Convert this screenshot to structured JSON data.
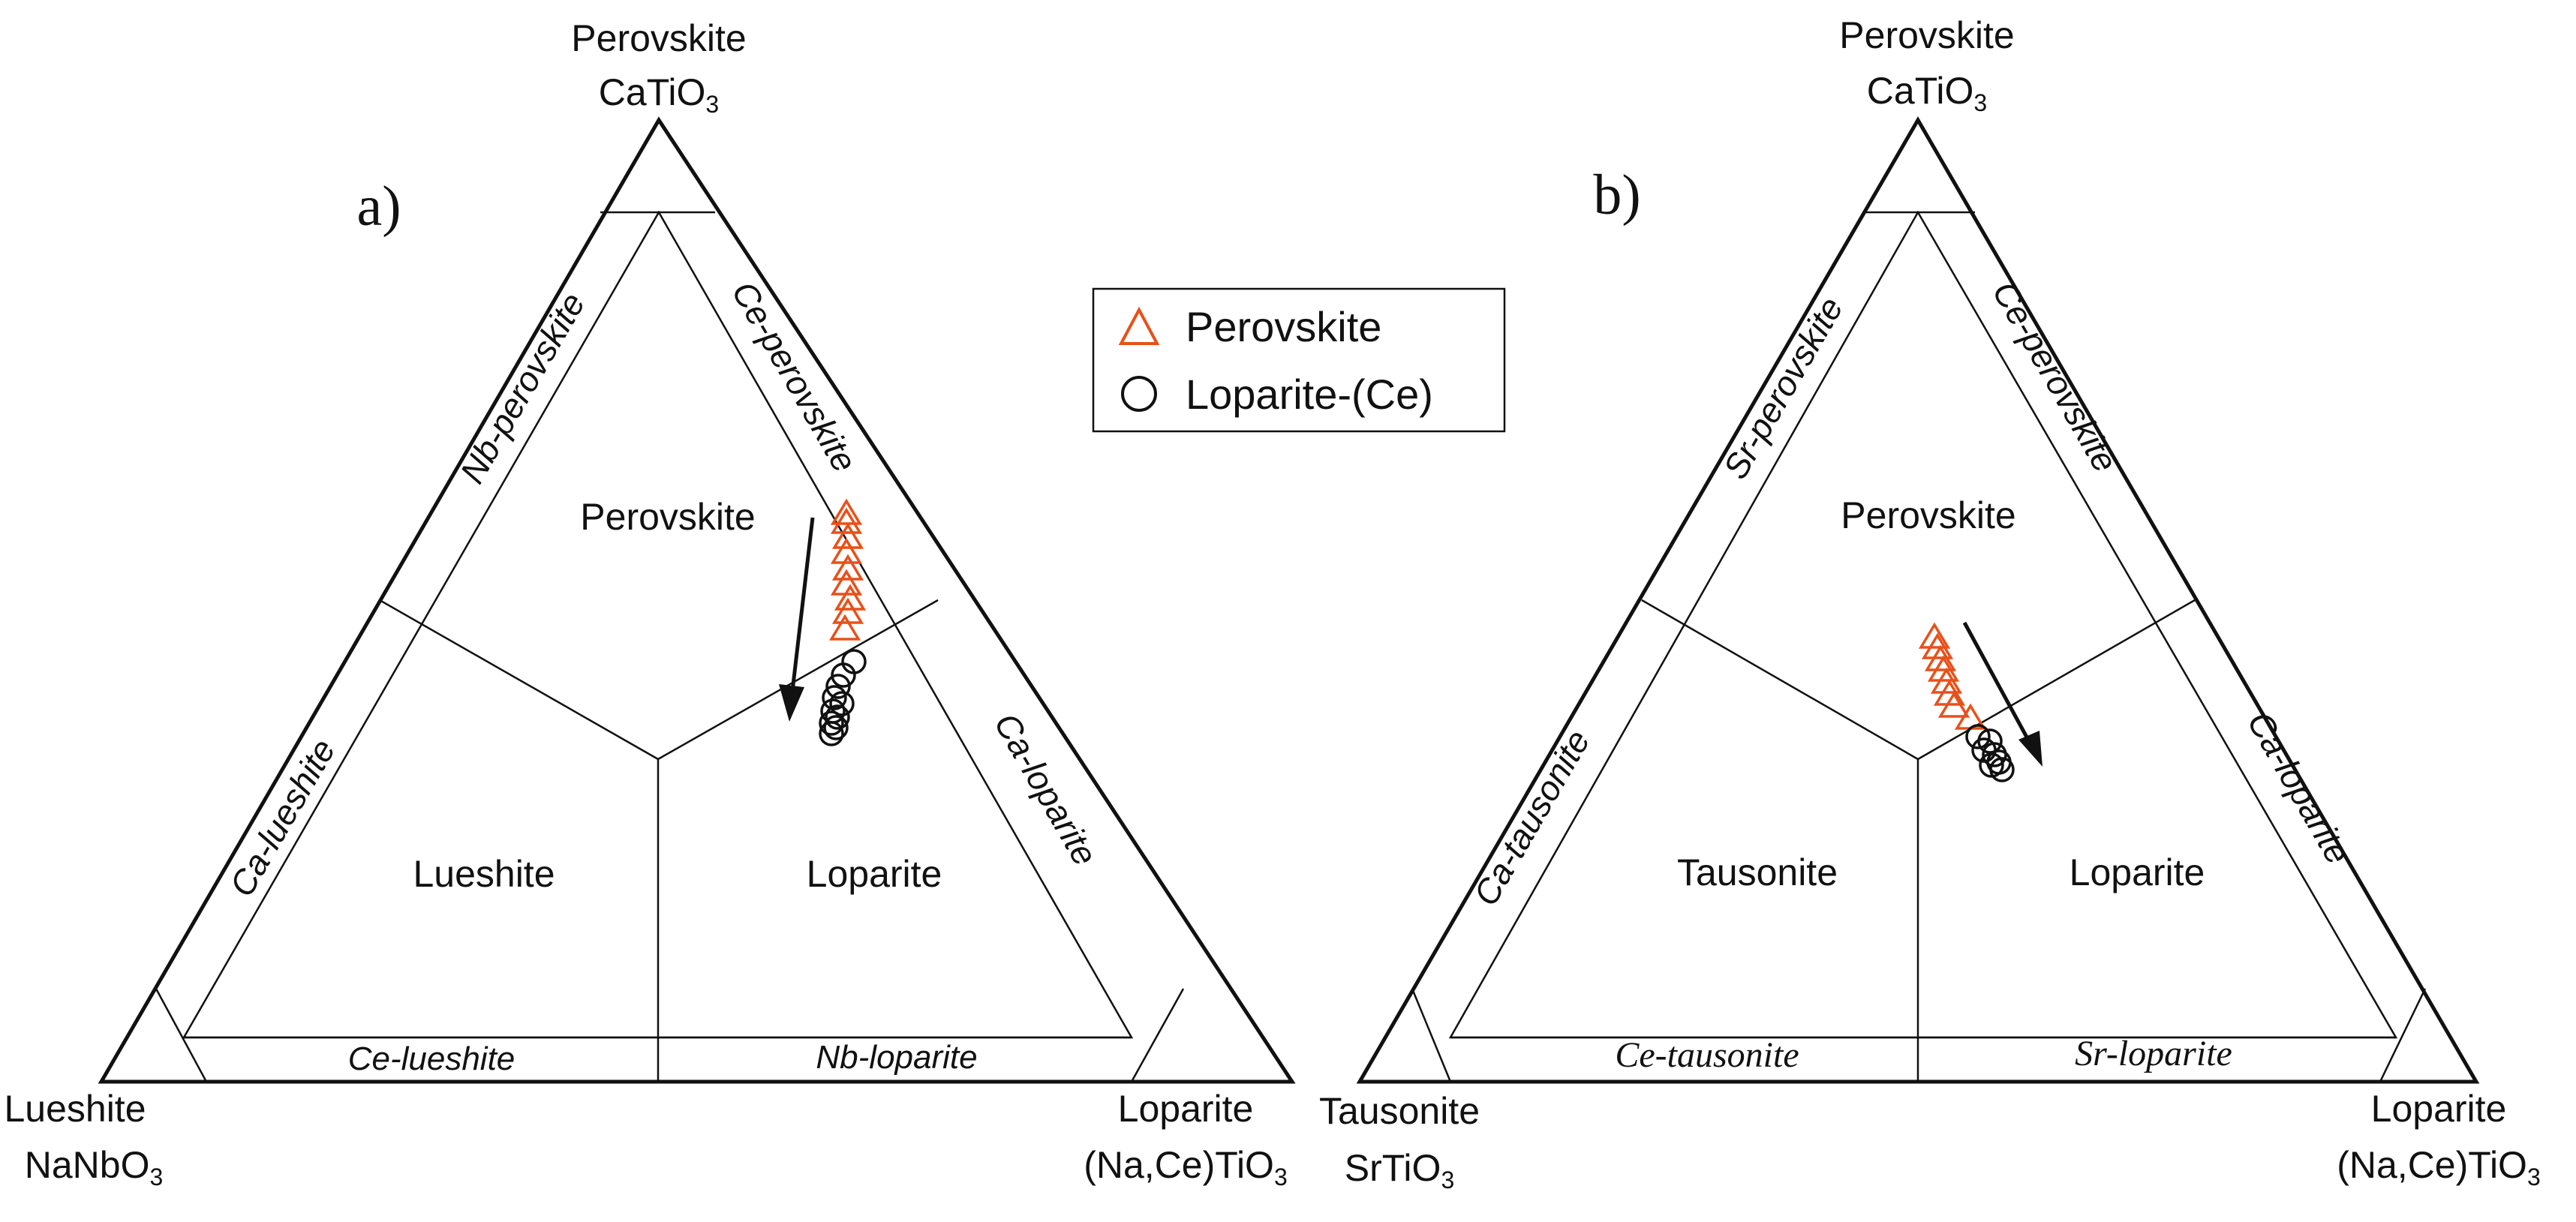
{
  "panel_a": {
    "panel_label": "a)",
    "apex_top": {
      "name": "Perovskite",
      "formula": "CaTiO",
      "sub": "3"
    },
    "apex_left": {
      "name": "Lueshite",
      "formula": "NaNbO",
      "sub": "3"
    },
    "apex_right": {
      "name": "Loparite",
      "formula": "(Na,Ce)TiO",
      "sub": "3"
    },
    "fields": {
      "top": "Perovskite",
      "left": "Lueshite",
      "right": "Loparite"
    },
    "edges": {
      "left": "Nb-perovskite",
      "right": "Ce-perovskite",
      "lower_left": "Ca-lueshite",
      "lower_right": "Ca-loparite",
      "bottom_left": "Ce-lueshite",
      "bottom_right": "Nb-loparite"
    }
  },
  "panel_b": {
    "panel_label": "b)",
    "apex_top": {
      "name": "Perovskite",
      "formula": "CaTiO",
      "sub": "3"
    },
    "apex_left": {
      "name": "Tausonite",
      "formula": "SrTiO",
      "sub": "3"
    },
    "apex_right": {
      "name": "Loparite",
      "formula": "(Na,Ce)TiO",
      "sub": "3"
    },
    "fields": {
      "top": "Perovskite",
      "left": "Tausonite",
      "right": "Loparite"
    },
    "edges": {
      "left": "Sr-perovskite",
      "right": "Ce-perovskite",
      "lower_left": "Ca-tausonite",
      "lower_right": "Ca-loparite",
      "bottom_left": "Ce-tausonite",
      "bottom_right": "Sr-loparite"
    }
  },
  "legend": {
    "items": [
      {
        "label": "Perovskite",
        "marker": "triangle",
        "color": "#e8501a"
      },
      {
        "label": "Loparite-(Ce)",
        "marker": "circle",
        "color": "#111111"
      }
    ]
  },
  "colors": {
    "perovskite_marker": "#e8501a",
    "loparite_marker": "#111111",
    "lines": "#111111"
  }
}
